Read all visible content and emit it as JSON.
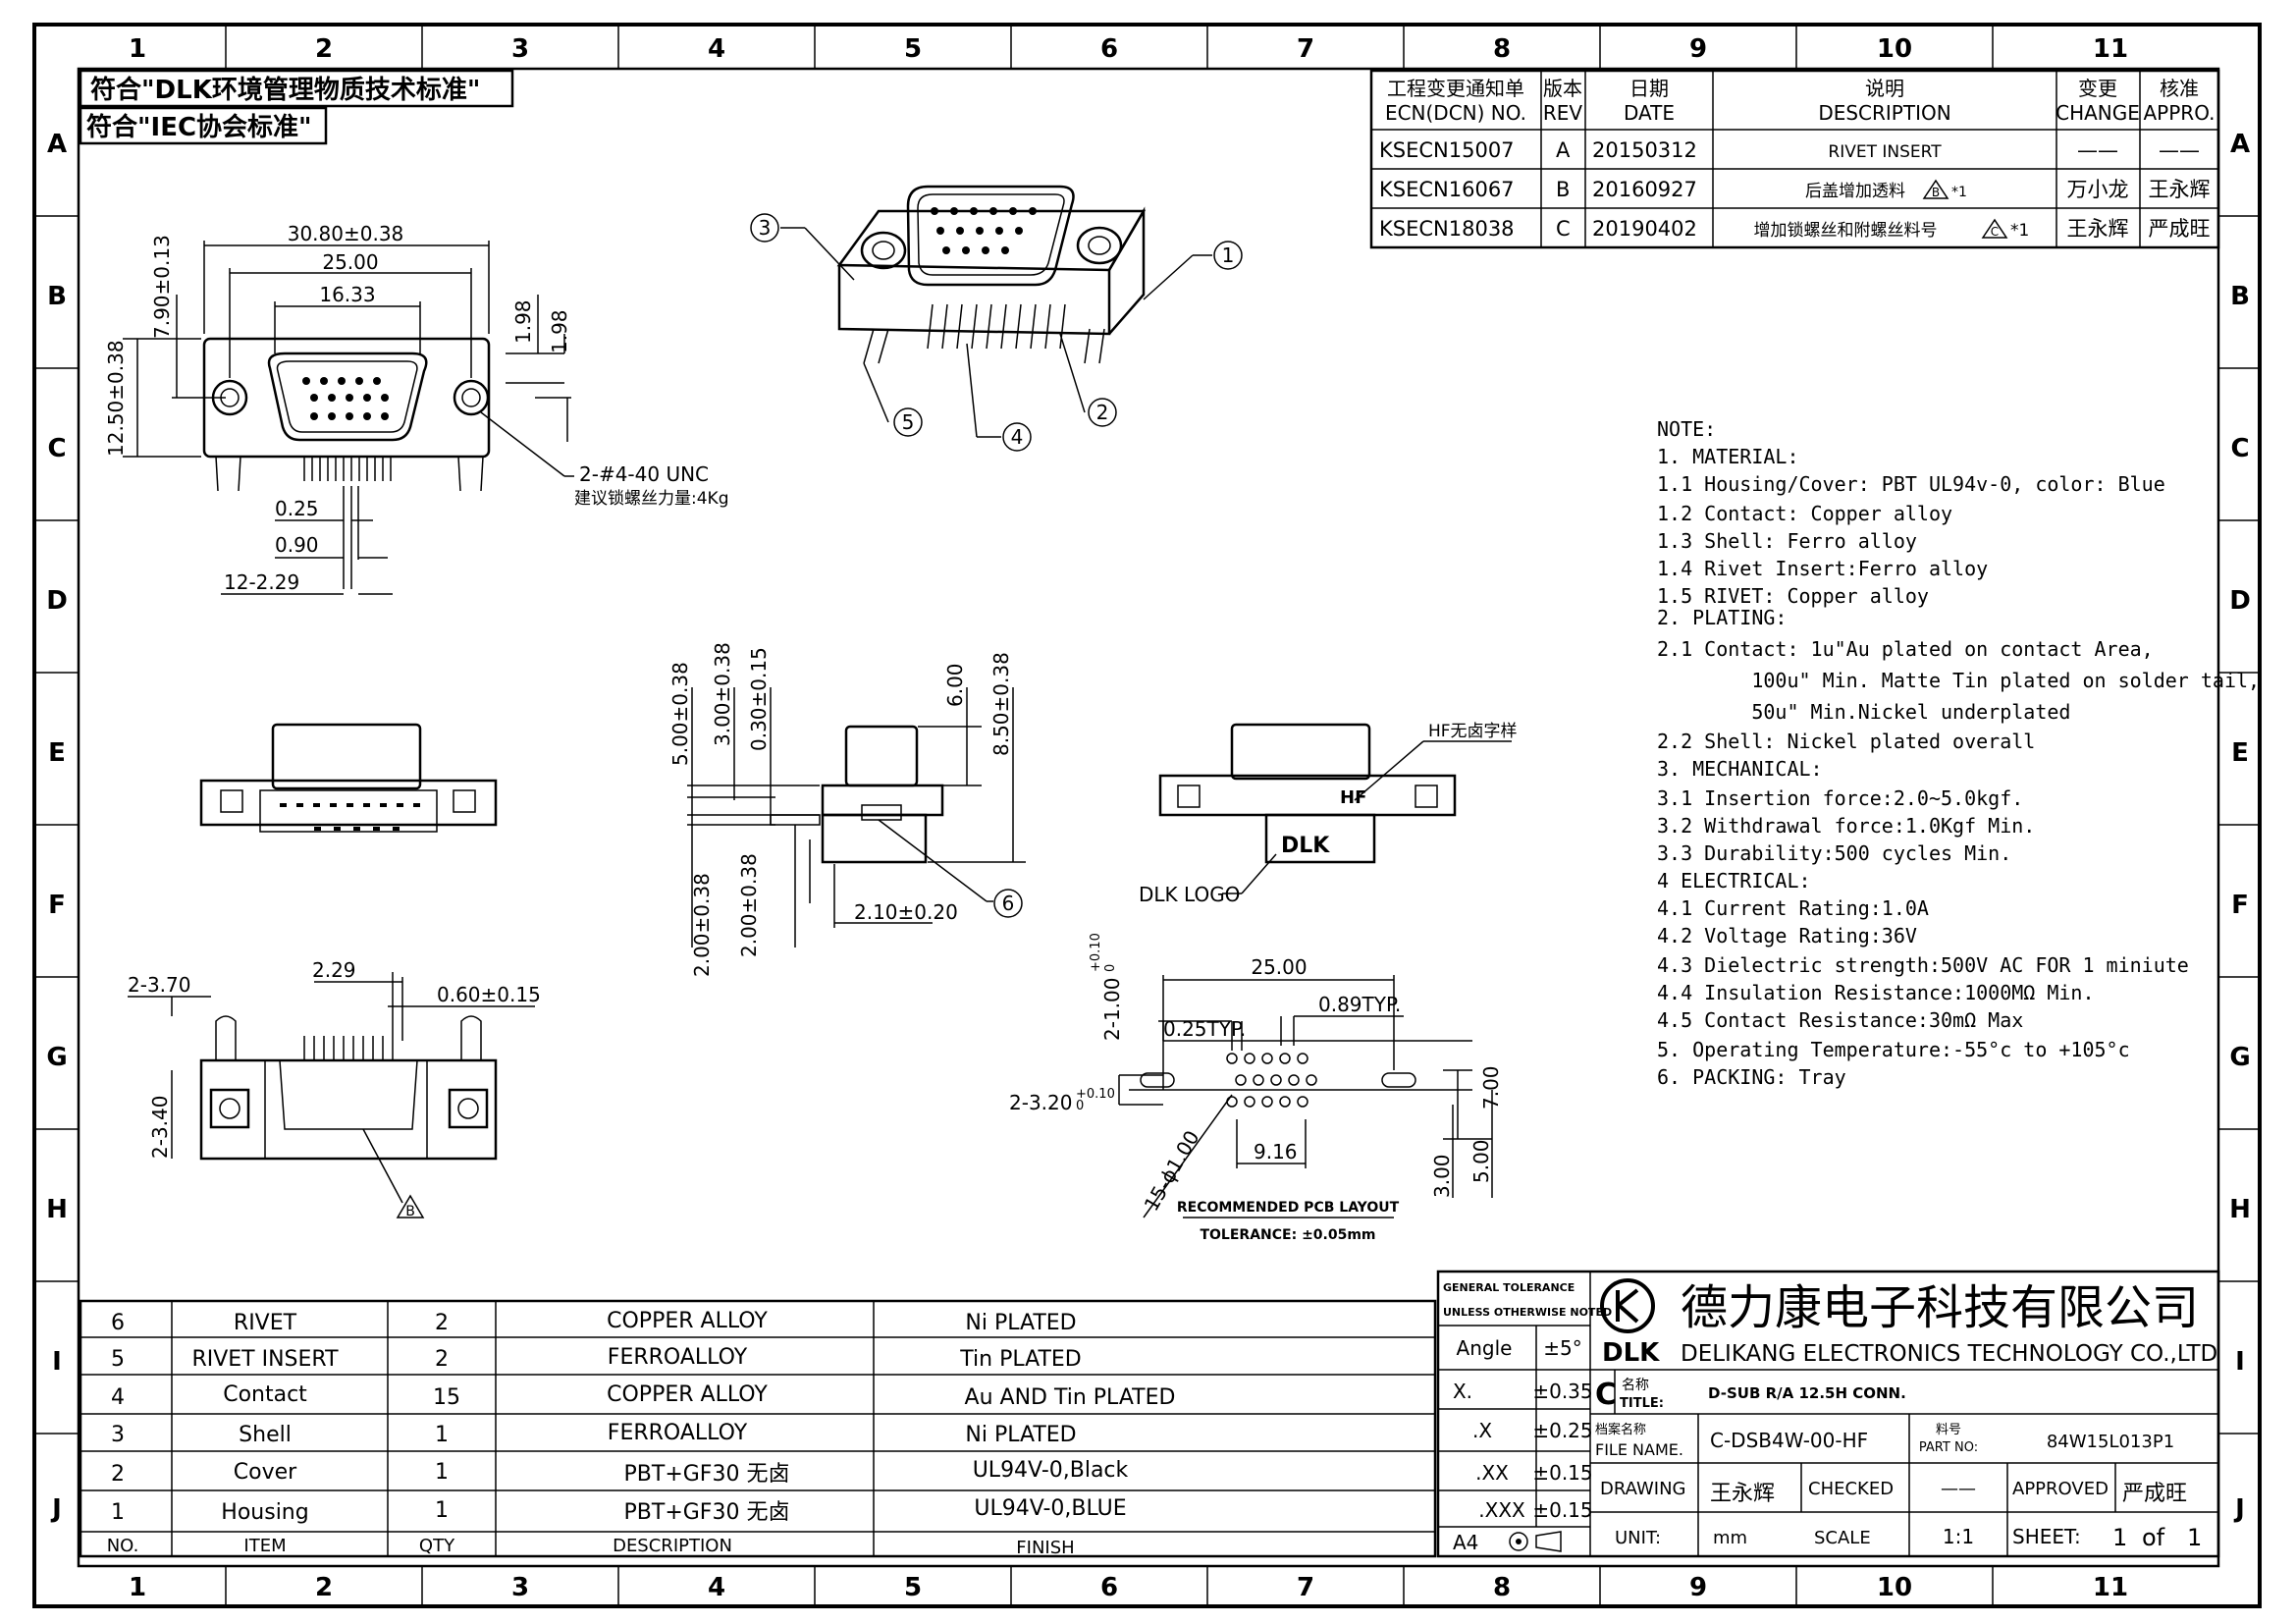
{
  "grid": {
    "cols": [
      "1",
      "2",
      "3",
      "4",
      "5",
      "6",
      "7",
      "8",
      "9",
      "10",
      "11"
    ],
    "rows": [
      "A",
      "B",
      "C",
      "D",
      "E",
      "F",
      "G",
      "H",
      "I",
      "J"
    ]
  },
  "compliance": {
    "line1": "符合\"DLK环境管理物质技术标准\"",
    "line2": "符合\"IEC协会标准\""
  },
  "revision_table": {
    "headers": {
      "ecn_cn": "工程变更通知单",
      "ecn_en": "ECN(DCN) NO.",
      "rev_cn": "版本",
      "rev_en": "REV",
      "date_cn": "日期",
      "date_en": "DATE",
      "desc_cn": "说明",
      "desc_en": "DESCRIPTION",
      "change_cn": "变更",
      "change_en": "CHANGE",
      "appro_cn": "核准",
      "appro_en": "APPRO."
    },
    "rows": [
      {
        "ecn": "KSECN15007",
        "rev": "A",
        "date": "20150312",
        "desc": "RIVET INSERT",
        "change": "——",
        "appro": "——"
      },
      {
        "ecn": "KSECN16067",
        "rev": "B",
        "date": "20160927",
        "desc": "后盖增加透料",
        "change": "万小龙",
        "appro": "王永辉"
      },
      {
        "ecn": "KSECN18038",
        "rev": "C",
        "date": "20190402",
        "desc": "增加锁螺丝和附螺丝料号",
        "change": "王永辉",
        "appro": "严成旺"
      }
    ],
    "star": "*1"
  },
  "dims": {
    "d30_80": "30.80±0.38",
    "d25_00": "25.00",
    "d16_33": "16.33",
    "d7_90": "7.90±0.13",
    "d12_50": "12.50±0.38",
    "d1_98a": "1.98",
    "d1_98b": "1.98",
    "screw": "2-#4-40 UNC",
    "screw_torque": "建议锁螺丝力量:4Kg",
    "d0_25": "0.25",
    "d0_90": "0.90",
    "d12_2_29": "12-2.29",
    "d5_00": "5.00±0.38",
    "d3_00": "3.00±0.38",
    "d0_30": "0.30±0.15",
    "d6_00": "6.00",
    "d8_50": "8.50±0.38",
    "d2_00a": "2.00±0.38",
    "d2_00b": "2.00±0.38",
    "d2_10": "2.10±0.20",
    "hf": "HF无卤字样",
    "hf_mark": "HF",
    "dlk_mark": "DLK",
    "dlk_logo": "DLK LOGO",
    "d2_3_70": "2-3.70",
    "d2_29": "2.29",
    "d0_60": "0.60±0.15",
    "d2_3_40": "2-3.40",
    "pcb_25": "25.00",
    "pcb_2_1_00": "2-1.00",
    "pcb_tol_a_up": "+0.10",
    "pcb_tol_a_dn": "0",
    "pcb_025": "0.25TYP.",
    "pcb_089": "0.89TYP.",
    "pcb_2_3_20": "2-3.20",
    "pcb_tol_b_up": "+0.10",
    "pcb_tol_b_dn": "0",
    "pcb_7_00": "7.00",
    "pcb_9_16": "9.16",
    "pcb_15_1_00": "15-ϕ1.00",
    "pcb_3_00": "3.00",
    "pcb_5_00": "5.00",
    "pcb_title": "RECOMMENDED PCB LAYOUT",
    "pcb_tol": "TOLERANCE: ±0.05mm",
    "balloons": [
      "1",
      "2",
      "3",
      "4",
      "5",
      "6"
    ],
    "rev_flag_b": "B"
  },
  "notes": [
    "NOTE:",
    "1.  MATERIAL:",
    "1.1  Housing/Cover: PBT UL94v-0, color: Blue",
    "1.2  Contact: Copper alloy",
    "1.3  Shell: Ferro alloy",
    "1.4  Rivet Insert:Ferro alloy",
    "1.5  RIVET: Copper alloy",
    "2.  PLATING:",
    "2.1  Contact: 1u\"Au plated on contact Area,",
    "        100u\" Min. Matte Tin plated on solder tail,",
    "        50u\" Min.Nickel underplated",
    "2.2  Shell: Nickel plated overall",
    "3.   MECHANICAL:",
    "3.1  Insertion force:2.0~5.0kgf.",
    "3.2  Withdrawal force:1.0Kgf Min.",
    "3.3  Durability:500 cycles Min.",
    "4    ELECTRICAL:",
    "4.1  Current Rating:1.0A",
    "4.2  Voltage Rating:36V",
    "4.3  Dielectric strength:500V AC FOR 1 miniute",
    "4.4  Insulation Resistance:1000MΩ Min.",
    "4.5  Contact Resistance:30mΩ Max",
    "5.  Operating Temperature:-55°c to +105°c",
    "6.  PACKING: Tray"
  ],
  "bom": {
    "headers": {
      "no": "NO.",
      "item": "ITEM",
      "qty": "QTY",
      "desc": "DESCRIPTION",
      "finish": "FINISH"
    },
    "rows": [
      {
        "no": "6",
        "item": "RIVET",
        "qty": "2",
        "desc": "COPPER ALLOY",
        "finish": "Ni PLATED"
      },
      {
        "no": "5",
        "item": "RIVET INSERT",
        "qty": "2",
        "desc": "FERROALLOY",
        "finish": "Tin PLATED"
      },
      {
        "no": "4",
        "item": "Contact",
        "qty": "15",
        "desc": "COPPER ALLOY",
        "finish": "Au AND Tin PLATED"
      },
      {
        "no": "3",
        "item": "Shell",
        "qty": "1",
        "desc": "FERROALLOY",
        "finish": "Ni PLATED"
      },
      {
        "no": "2",
        "item": "Cover",
        "qty": "1",
        "desc": "PBT+GF30 无卤",
        "finish": "UL94V-0,Black"
      },
      {
        "no": "1",
        "item": "Housing",
        "qty": "1",
        "desc": "PBT+GF30 无卤",
        "finish": "UL94V-0,BLUE"
      }
    ]
  },
  "title_block": {
    "gen_tol_1": "GENERAL TOLERANCE",
    "gen_tol_2": "UNLESS OTHERWISE NOTED",
    "tol_rows": [
      {
        "label": "Angle",
        "value": "±5°"
      },
      {
        "label": "X.",
        "value": "±0.35"
      },
      {
        "label": ".X",
        "value": "±0.25"
      },
      {
        "label": ".XX",
        "value": "±0.15"
      },
      {
        "label": ".XXX",
        "value": "±0.15"
      }
    ],
    "paper": "A4",
    "company_cn": "德力康电子科技有限公司",
    "company_en": "DELIKANG ELECTRONICS TECHNOLOGY CO.,LTD",
    "logo_text": "DLK",
    "rev": "C",
    "title_cn": "名称",
    "title_en": "TITLE:",
    "title_value": "D-SUB R/A 12.5H CONN.",
    "file_cn": "档案名称",
    "file_en": "FILE NAME.",
    "file_value": "C-DSB4W-00-HF",
    "part_cn": "料号",
    "part_en": "PART NO:",
    "part_value": "84W15L013P1",
    "drawing_label": "DRAWING",
    "drawing_value": "王永辉",
    "checked_label": "CHECKED",
    "checked_value": "——",
    "approved_label": "APPROVED",
    "approved_value": "严成旺",
    "unit_label": "UNIT:",
    "unit_value": "mm",
    "scale_label": "SCALE",
    "scale_value": "1:1",
    "sheet_label": "SHEET:",
    "sheet_value": "1",
    "sheet_of": "of",
    "sheet_total": "1"
  }
}
